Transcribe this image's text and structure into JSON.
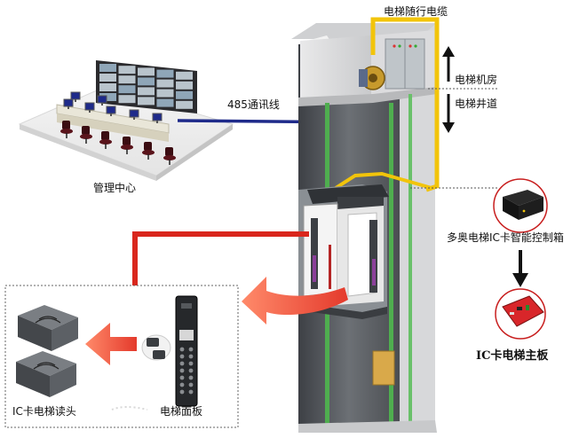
{
  "labels": {
    "cable": "电梯随行电缆",
    "machine_room": "电梯机房",
    "shaft": "电梯井道",
    "rs485": "485通讯线",
    "control_center": "管理中心",
    "controller_box": "多奥电梯IC卡智能控制箱",
    "main_board": "IC卡电梯主板",
    "card_reader": "IC卡电梯读头",
    "elevator_panel": "电梯面板"
  },
  "colors": {
    "rs485_line": "#1e2a8a",
    "travel_cable": "#f2c40a",
    "red_arrow": "#d9261c",
    "rail_green": "#4fae4f",
    "shaft_gray": "#5a5e63"
  }
}
